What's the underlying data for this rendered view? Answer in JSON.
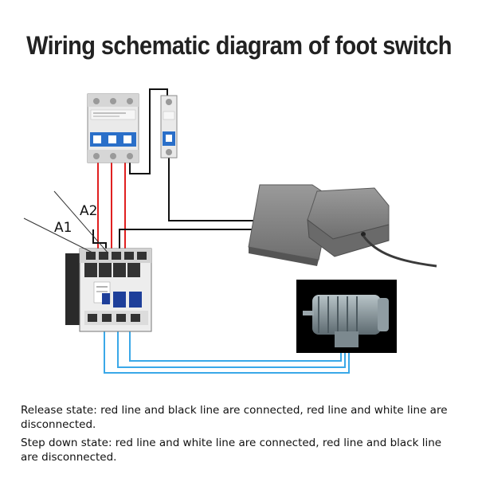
{
  "title": "Wiring schematic diagram of foot switch",
  "labels": {
    "a1": "A1",
    "a2": "A2"
  },
  "descriptions": [
    "Release state: red line and black line are connected, red line and white line are disconnected.",
    "Step down state: red line and white line are connected, red line and black line are disconnected."
  ],
  "colors": {
    "red_wire": "#e02020",
    "black_wire": "#111111",
    "blue_wire": "#3aa8e8"
  }
}
